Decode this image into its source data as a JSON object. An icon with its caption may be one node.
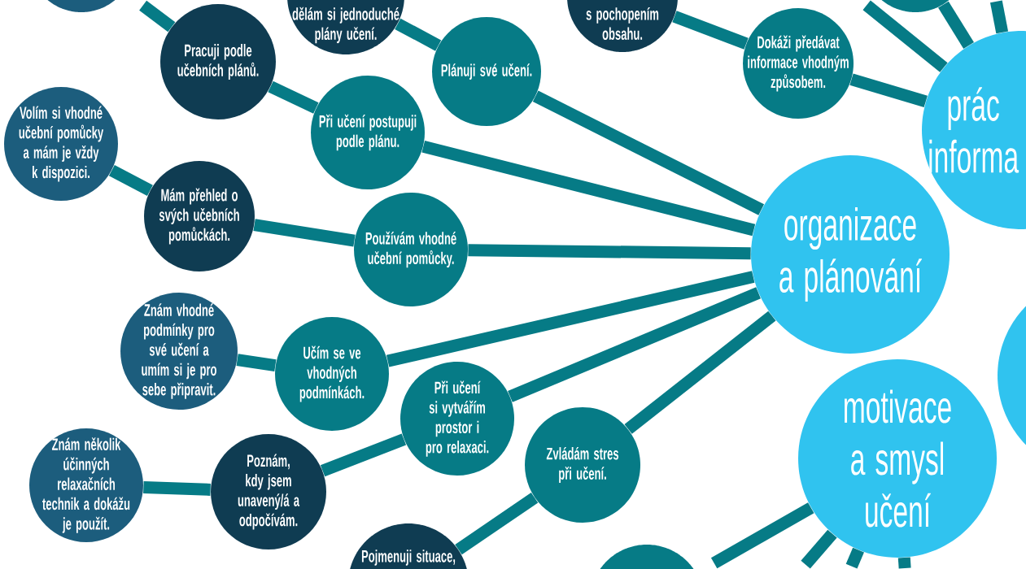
{
  "diagram": {
    "nodes": [
      {
        "text": [],
        "shape": "circle"
      },
      {
        "text": [
          "dělám si jednoduché plány učení."
        ]
      },
      {
        "text": [
          "s pochopením obsahu."
        ]
      },
      {
        "text": [],
        "shape": "circle"
      },
      {
        "text": [
          "Pracuji podle učebních plánů."
        ]
      },
      {
        "text": [
          "Plánuji své učení."
        ]
      },
      {
        "text": [
          "Dokáži předávat informace vhodným způsobem."
        ]
      },
      {
        "text": [
          "prác informa"
        ]
      },
      {
        "text": [
          "Volím si vhodné učební pomůcky a mám je vždy k dispozici."
        ]
      },
      {
        "text": [
          "Při učení postupuji podle plánu."
        ]
      },
      {
        "text": [
          "Mám přehled o svých učebních pomůckách."
        ]
      },
      {
        "text": [
          "Používám vhodné učební pomůcky."
        ]
      },
      {
        "text": [
          "organizace a plánování"
        ]
      },
      {
        "text": [
          "Znám vhodné podmínky pro své učení a umím si je pro sebe připravit."
        ]
      },
      {
        "text": [
          "Učím se ve vhodných podmínkách."
        ]
      },
      {
        "text": [],
        "shape": "circle"
      },
      {
        "text": [
          "Při učení si vytvářím prostor i pro relaxaci."
        ]
      },
      {
        "text": [
          "Zvládám stres při učení."
        ]
      },
      {
        "text": [
          "motivace a smysl učení"
        ]
      },
      {
        "text": [
          "Znám několik účinných relaxačních technik a dokážu je použít."
        ]
      },
      {
        "text": [
          "Poznám, kdy jsem unavený/á a odpočívám."
        ]
      },
      {
        "text": [
          "Pojmenuji situace,"
        ]
      },
      {
        "text": [],
        "shape": "circle"
      }
    ],
    "edges": [
      {
        "from": 0,
        "to": 4,
        "arrow": "none"
      },
      {
        "from": 4,
        "to": 9,
        "arrow": "none"
      },
      {
        "from": 1,
        "to": 5,
        "arrow": "none"
      },
      {
        "from": 5,
        "to": 12,
        "arrow": "none"
      },
      {
        "from": 9,
        "to": 12,
        "arrow": "none"
      },
      {
        "from": 8,
        "to": 10,
        "arrow": "none"
      },
      {
        "from": 10,
        "to": 11,
        "arrow": "none"
      },
      {
        "from": 11,
        "to": 12,
        "arrow": "none"
      },
      {
        "from": 13,
        "to": 14,
        "arrow": "none"
      },
      {
        "from": 14,
        "to": 12,
        "arrow": "none"
      },
      {
        "from": 19,
        "to": 20,
        "arrow": "none"
      },
      {
        "from": 20,
        "to": 16,
        "arrow": "none"
      },
      {
        "from": 16,
        "to": 12,
        "arrow": "none"
      },
      {
        "from": 17,
        "to": 12,
        "arrow": "none"
      },
      {
        "from": 21,
        "to": 17,
        "arrow": "none"
      },
      {
        "from": 2,
        "to": 6,
        "arrow": "none"
      },
      {
        "from": 6,
        "to": 7,
        "arrow": "none"
      },
      {
        "from": 3,
        "to": 7,
        "arrow": "none"
      },
      {
        "from": null,
        "to": 7,
        "arrow": "none"
      },
      {
        "from": null,
        "to": 7,
        "arrow": "none"
      },
      {
        "from": 22,
        "to": 18,
        "arrow": "none"
      },
      {
        "from": 18,
        "to": null,
        "arrow": "none"
      },
      {
        "from": 18,
        "to": null,
        "arrow": "none"
      },
      {
        "from": 18,
        "to": null,
        "arrow": "none"
      }
    ]
  }
}
